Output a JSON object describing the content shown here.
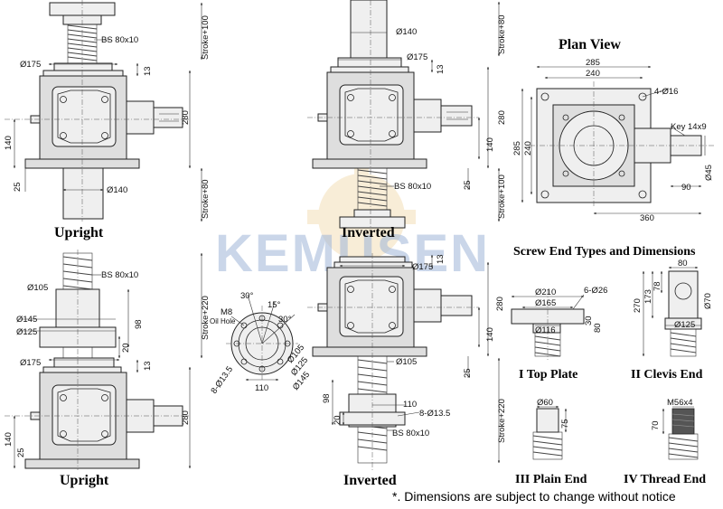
{
  "watermark": "KEMUSEN",
  "views": {
    "upright_top": {
      "caption": "Upright",
      "screw_label": "BS 80x10",
      "d175": "Ø175",
      "d140": "Ø140",
      "stroke_plus_100": "Stroke+100",
      "stroke_plus_80": "Stroke+80",
      "h13": "13",
      "h280": "280",
      "h140": "140",
      "h25": "25"
    },
    "inverted_top": {
      "caption": "Inverted",
      "screw_label": "BS 80x10",
      "d140": "Ø140",
      "d175": "Ø175",
      "stroke_plus_80": "Stroke+80",
      "stroke_plus_100": "Stroke+100",
      "h13": "13",
      "h280": "280",
      "h140": "140",
      "h25": "25"
    },
    "plan": {
      "title": "Plan View",
      "w285": "285",
      "w240": "240",
      "holes": "4-Ø16",
      "key": "Key 14x9",
      "h285": "285",
      "h240": "240",
      "d45": "Ø45",
      "w90": "90",
      "w360": "360"
    },
    "upright_bottom": {
      "caption": "Upright",
      "screw_label": "BS 80x10",
      "d105": "Ø105",
      "d145": "Ø145",
      "d125": "Ø125",
      "d175": "Ø175",
      "h98": "98",
      "h20": "20",
      "h13": "13",
      "h280": "280",
      "h140": "140",
      "h25": "25",
      "stroke_plus_220": "Stroke+220"
    },
    "flange_detail": {
      "m8": "M8",
      "oil_hole": "Oil Hole",
      "a30a": "30°",
      "a15": "15°",
      "a30b": "30°",
      "holes": "8-Ø13.5",
      "d105": "Ø105",
      "d125": "Ø125",
      "d145": "Ø145",
      "w110": "110"
    },
    "inverted_bottom": {
      "caption": "Inverted",
      "d175": "Ø175",
      "h13": "13",
      "h280": "280",
      "h140": "140",
      "h25": "25",
      "d105": "Ø105",
      "h98": "98",
      "h20": "20",
      "w110": "110",
      "holes": "8-Ø13.5",
      "screw_label": "BS 80x10",
      "stroke_plus_220": "Stroke+220"
    },
    "screw_ends": {
      "title": "Screw End Types and Dimensions",
      "top_plate": {
        "caption": "I  Top Plate",
        "d210": "Ø210",
        "d165": "Ø165",
        "holes": "6-Ø26",
        "d116": "Ø116",
        "h30": "30",
        "h80": "80"
      },
      "clevis": {
        "caption": "II  Clevis End",
        "w80": "80",
        "h270": "270",
        "h173": "173",
        "h78": "78",
        "d70": "Ø70",
        "d125": "Ø125"
      },
      "plain": {
        "caption": "III  Plain End",
        "d60": "Ø60",
        "h75": "75"
      },
      "thread": {
        "caption": "IV  Thread End",
        "m56": "M56x4",
        "h70": "70"
      }
    }
  },
  "footnote": "*. Dimensions are subject to change without notice"
}
